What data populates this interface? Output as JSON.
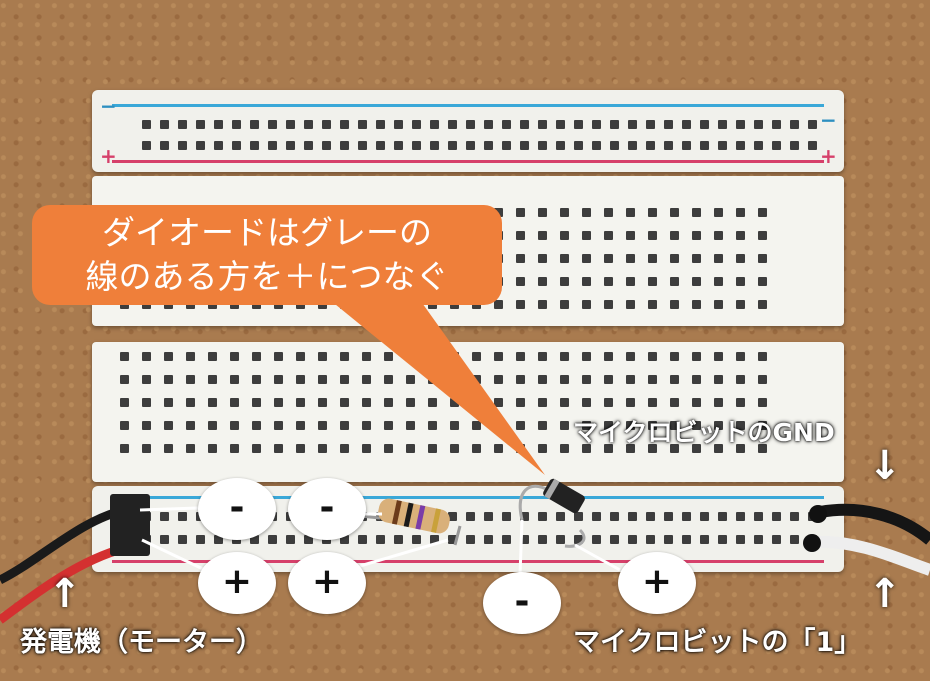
{
  "callout": {
    "line1": "ダイオードはグレーの",
    "line2": "線のある方を＋につなぐ"
  },
  "badges": {
    "minus_1": "-",
    "minus_2": "-",
    "minus_3": "-",
    "plus_1": "+",
    "plus_2": "+",
    "plus_3": "+"
  },
  "labels": {
    "generator": "発電機（モーター）",
    "gnd": "マイクロビットのGND",
    "pin1": "マイクロビットの「1」"
  },
  "arrows": {
    "up": "↑",
    "down": "↓"
  },
  "rail_signs": {
    "minus": "−",
    "plus": "+"
  },
  "colors": {
    "callout": "#ef7f3a",
    "blue_rail": "#3aa8d8",
    "red_rail": "#d6406a"
  }
}
